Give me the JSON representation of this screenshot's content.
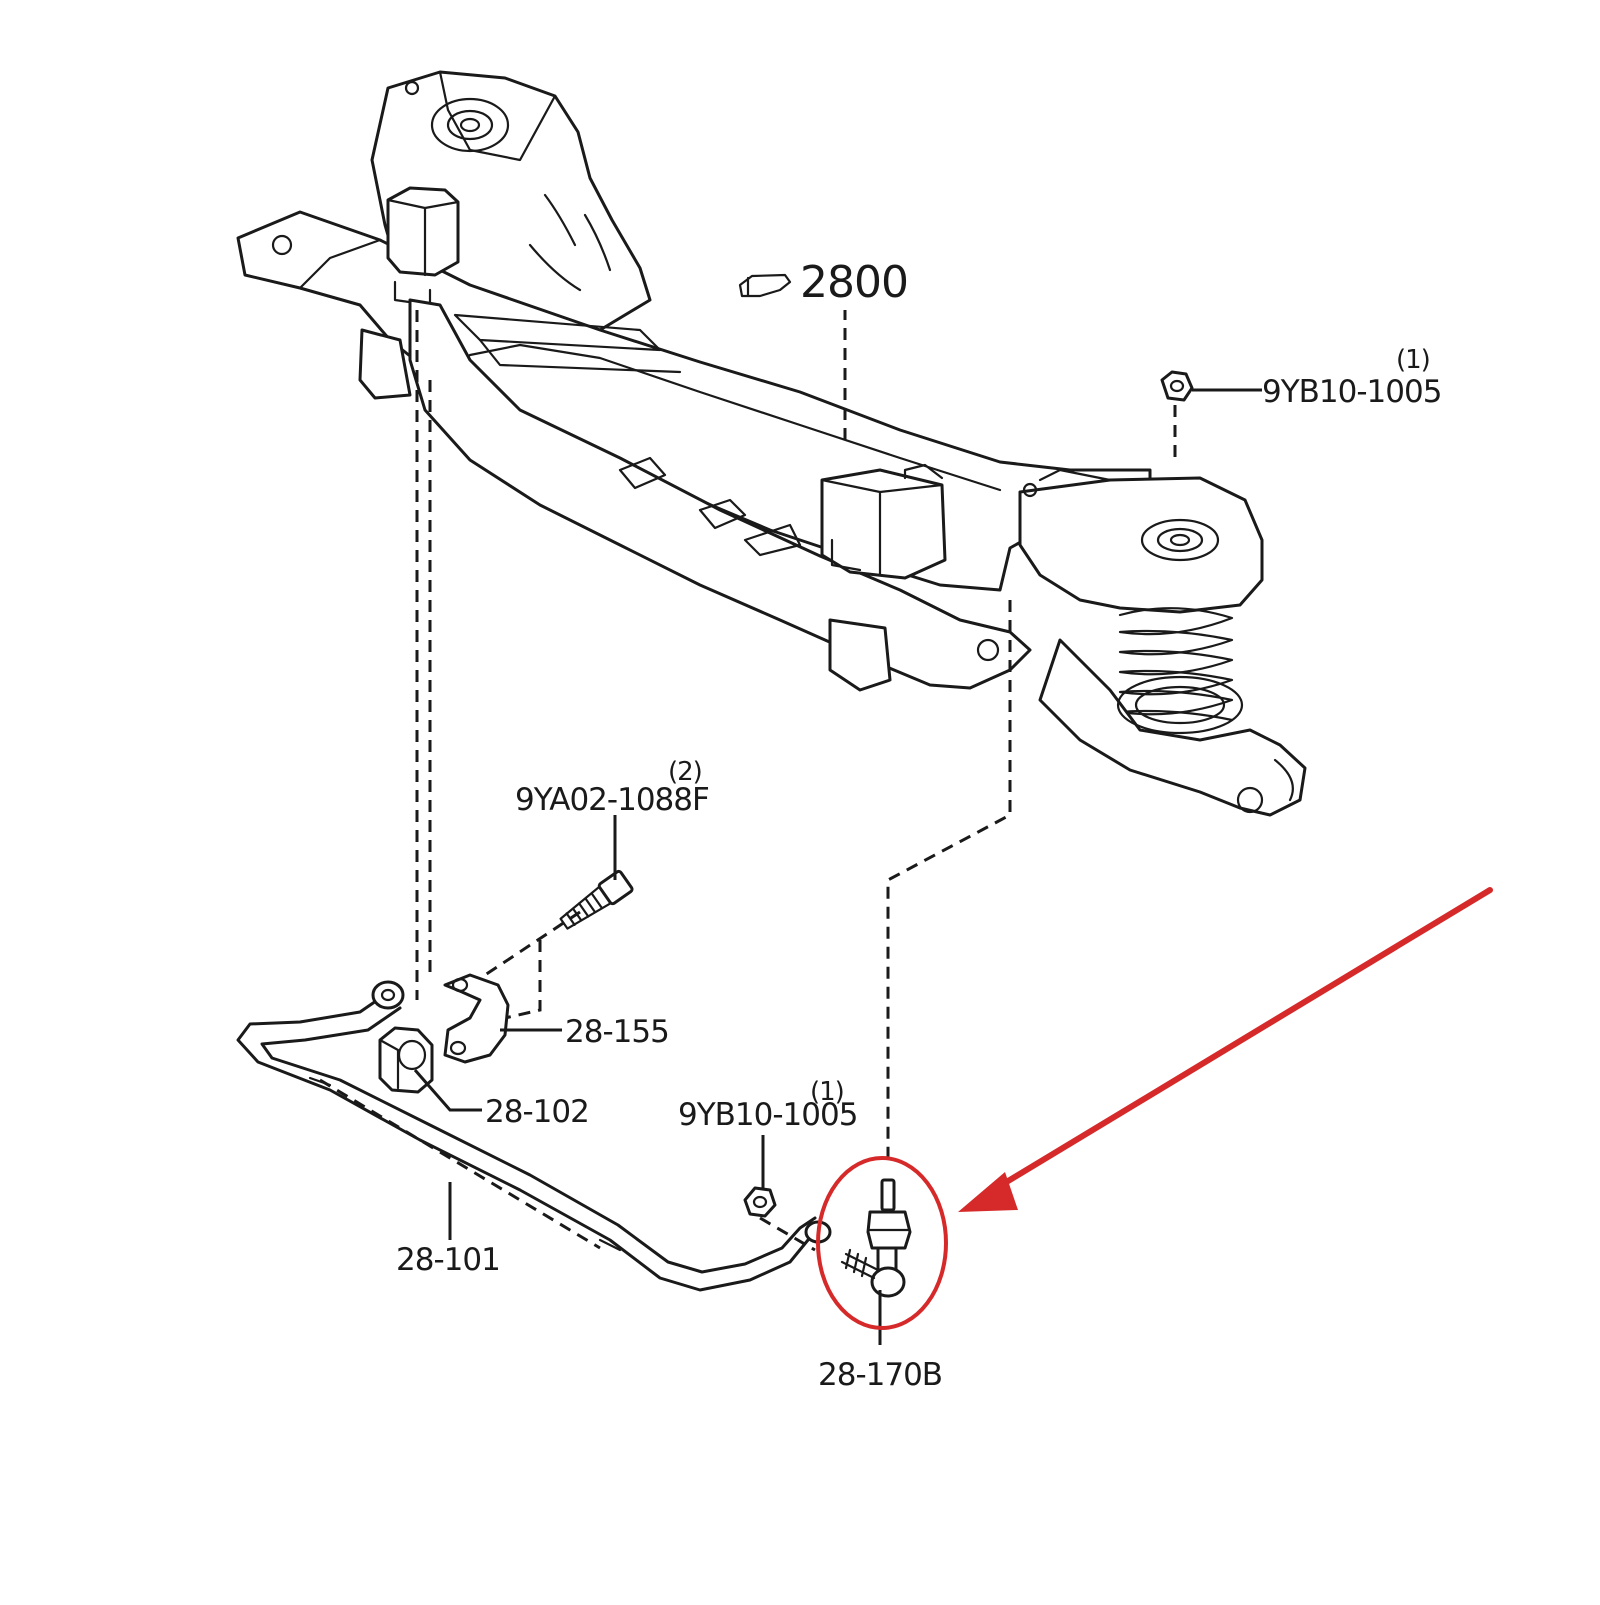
{
  "colors": {
    "line": "#1a1a1a",
    "highlight": "#d62a2a",
    "background": "#ffffff"
  },
  "parts": {
    "crossmember": {
      "number": "2800",
      "icon": "pointing-hand-icon"
    },
    "nut_top": {
      "number": "9YB10-1005",
      "qty": "(1)"
    },
    "bolt": {
      "number": "9YA02-1088F",
      "qty": "(2)"
    },
    "bushing_bracket": {
      "number": "28-155"
    },
    "bushing": {
      "number": "28-102"
    },
    "stabilizer_bar": {
      "number": "28-101"
    },
    "nut_lower": {
      "number": "9YB10-1005",
      "qty": "(1)"
    },
    "stabilizer_link": {
      "number": "28-170B",
      "highlighted": true
    }
  }
}
